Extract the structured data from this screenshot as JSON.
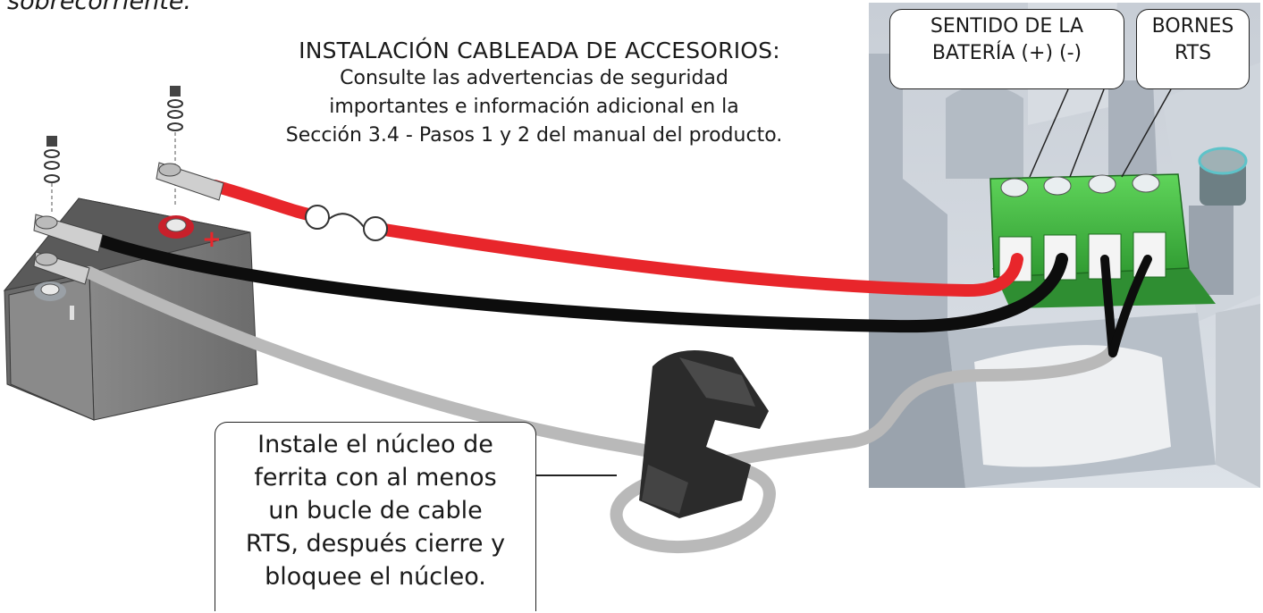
{
  "top_fragment": "sobrecorriente.",
  "title": "INSTALACIÓN CABLEADA DE ACCESORIOS:",
  "subtitle_lines": [
    "Consulte las advertencias de seguridad",
    "importantes e información adicional en la",
    "Sección 3.4 - Pasos 1 y 2 del manual del producto."
  ],
  "callouts": {
    "battery_sense": [
      "SENTIDO DE LA",
      "BATERÍA (+) (-)"
    ],
    "rts_terminals": [
      "BORNES",
      "RTS"
    ],
    "ferrite": [
      "Instale el núcleo de",
      "ferrita con al menos",
      "un bucle de cable",
      "RTS, después cierre y",
      "bloquee el núcleo."
    ]
  },
  "battery_polarity": {
    "positive": "+",
    "negative": "–"
  },
  "colors": {
    "positive_cable": "#e8262b",
    "negative_cable": "#0d0d0d",
    "rts_cable": "#b9b9b9",
    "terminal_block": "#4cc24a",
    "battery_body": "#7a7a7a"
  }
}
